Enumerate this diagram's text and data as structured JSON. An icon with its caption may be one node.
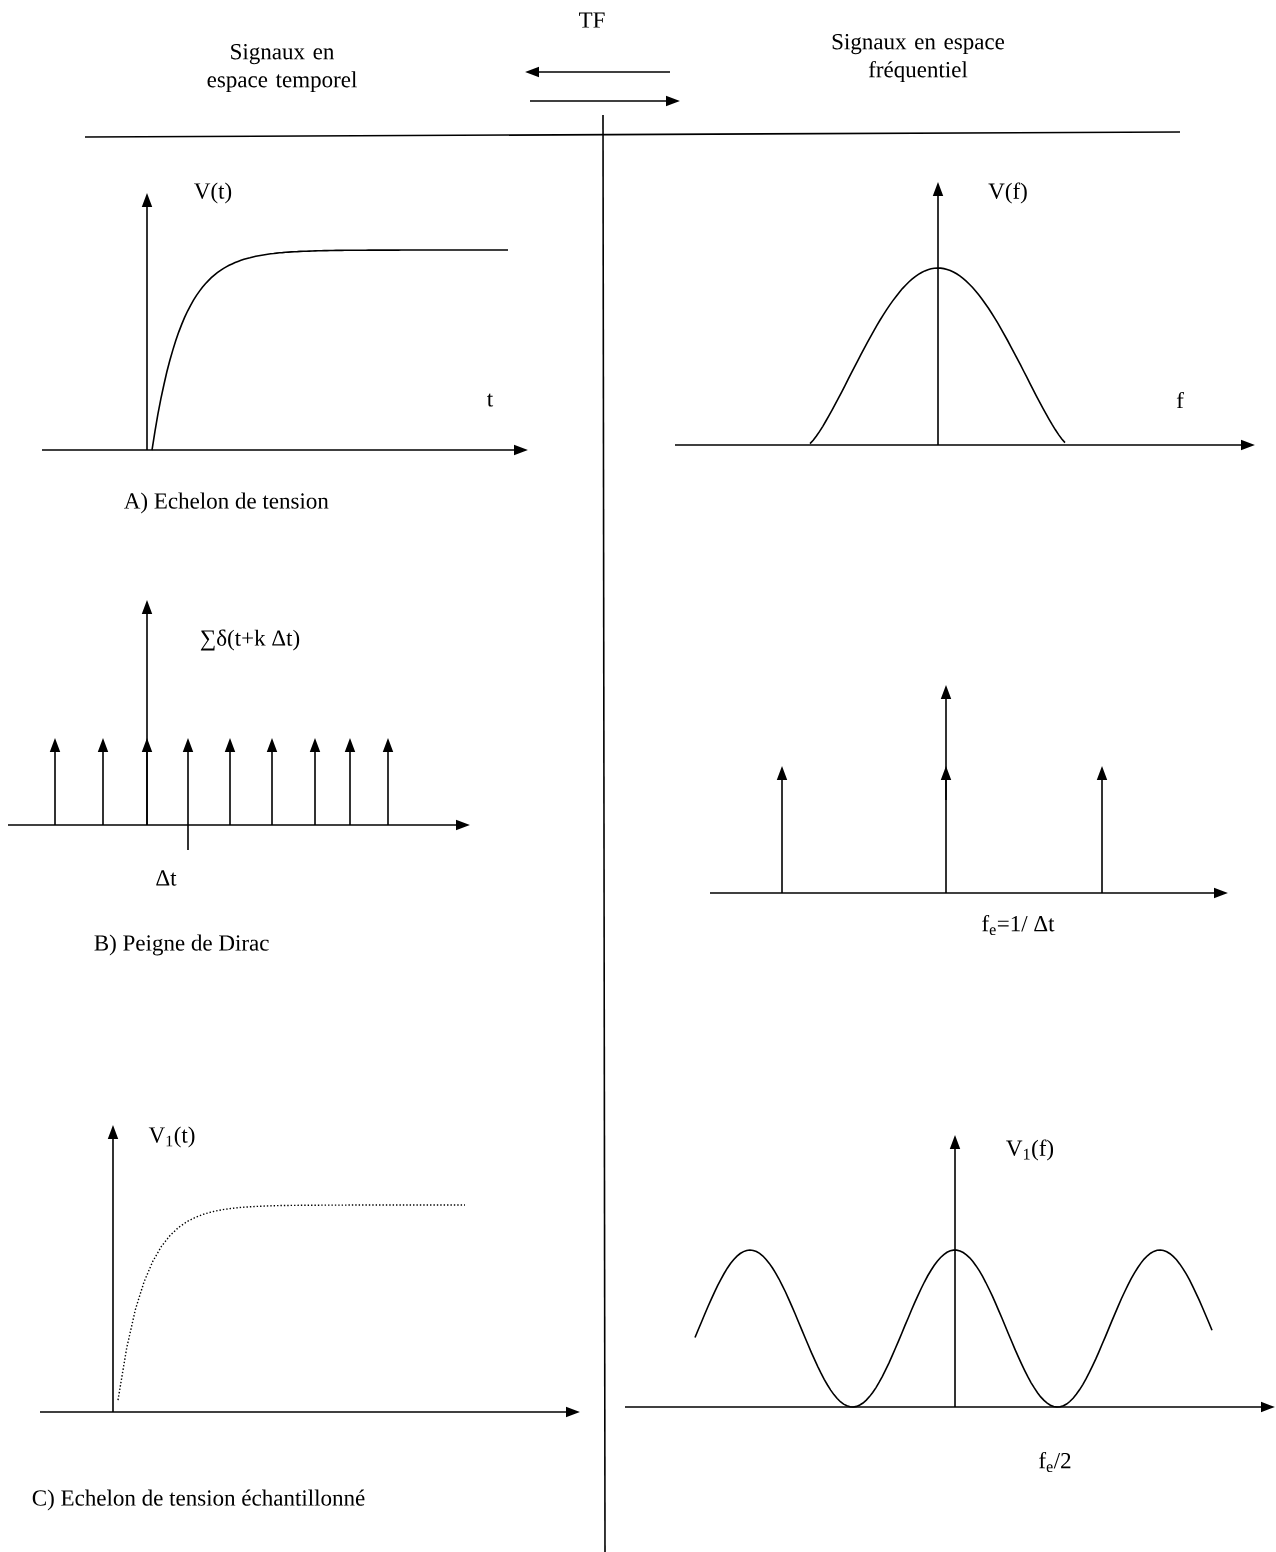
{
  "diagram": {
    "labels": [
      "TF",
      "Signaux en espace temporel",
      "Signaux en espace fréquentiel",
      "V(t)",
      "V(f)",
      "t",
      "f",
      "A) Echelon de tension",
      "∑δ(t+k Δt)",
      "Δt",
      "f$_{e}$=1/ Δt",
      "B) Peigne de Dirac",
      "V$_{1}$(t)",
      "V$_{1}$(f)",
      "f$_{e}$/2",
      "C) Echelon de tension échantillonné"
    ]
  }
}
